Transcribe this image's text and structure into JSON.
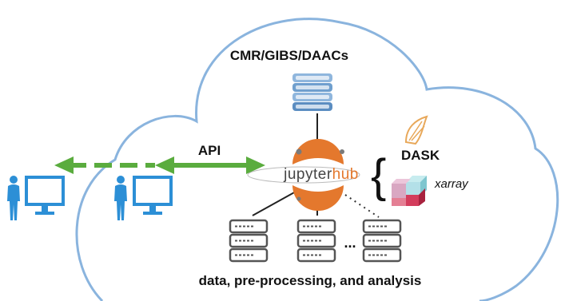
{
  "title": "CMR/GIBS/DAACs",
  "api_label": "API",
  "hub": {
    "prefix": "jupyter",
    "suffix": "hub"
  },
  "dask_label": "DASK",
  "xarray_label": "xarray",
  "server_ellipsis": "...",
  "footer": "data, pre-processing, and analysis",
  "colors": {
    "cloud_outline": "#8ab4de",
    "arrow": "#5aac3e",
    "person": "#2c8fd6",
    "monitor": "#2c8fd6",
    "books": "#6f9fce",
    "jupyter_orange": "#e4782d",
    "dask_orange": "#e8a85a",
    "server": "#555555"
  },
  "icons": [
    "person-icon",
    "monitor-icon",
    "books-stack-icon",
    "jupyter-logo-icon",
    "dask-logo-icon",
    "xarray-cubes-icon",
    "server-rack-icon"
  ]
}
